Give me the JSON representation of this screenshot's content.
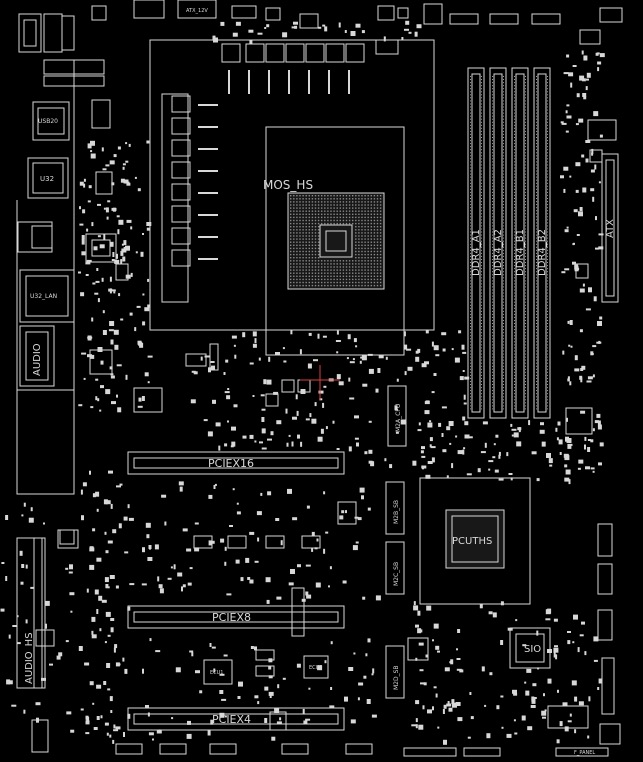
{
  "board": {
    "background": "#000000",
    "line_color": "#d8d8d8",
    "label_color": "#cfcfcf",
    "labels": {
      "atx12v": "ATX_12V",
      "mos_hs": "MOS_HS",
      "usb20": "USB20",
      "u32": "U32",
      "u32_lan": "U32_LAN",
      "audio": "AUDIO",
      "audio_hs": "AUDIO_HS",
      "ddr4_a1": "DDR4_A1",
      "ddr4_a2": "DDR4_A2",
      "ddr4_b1": "DDR4_B1",
      "ddr4_b2": "DDR4_B2",
      "atx": "ATX",
      "m2a_cpu": "M2A_CPU",
      "pciex16": "PCIEX16",
      "m2b_sb": "M2B_SB",
      "m2c_sb": "M2C_SB",
      "pcutihs": "PCUTHS",
      "pciex8": "PCIEX8",
      "sio": "SIO",
      "m2d_sb": "M2D_SB",
      "ecu1": "ECU1",
      "ecu2": "ECU2",
      "pciex4": "PCIEX4",
      "f_panel": "F_PANEL"
    }
  }
}
